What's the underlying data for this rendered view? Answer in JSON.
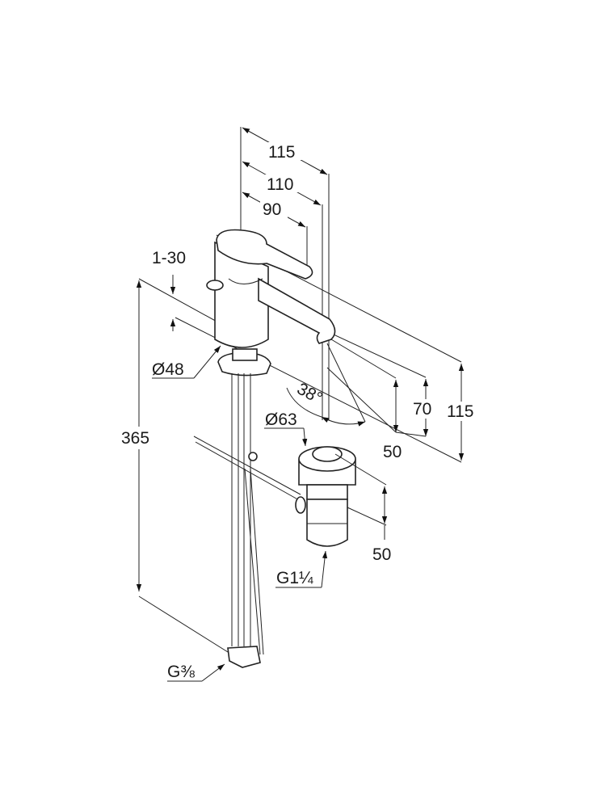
{
  "drawing": {
    "top_dims": {
      "d115": "115",
      "d110": "110",
      "d90": "90"
    },
    "right_dims": {
      "d115": "115",
      "d70": "70",
      "d50": "50"
    },
    "adjust": "1-30",
    "body_diameter": "Ø48",
    "angle": "38°",
    "height": "365",
    "drain_diameter": "Ø63",
    "drain_height": "50",
    "drain_thread": "G1¼",
    "supply_thread": "G⅜",
    "colors": {
      "line": "#222222",
      "background": "#ffffff"
    }
  }
}
